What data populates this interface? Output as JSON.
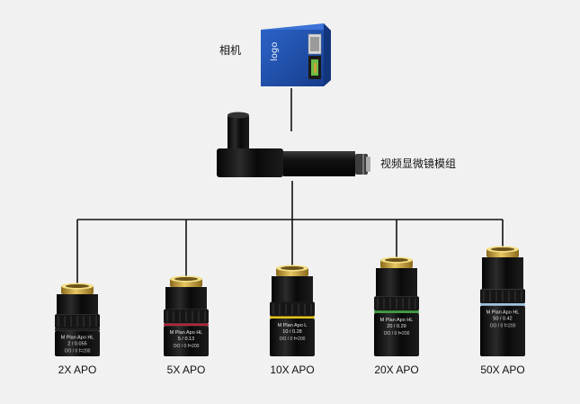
{
  "labels": {
    "camera": "相机",
    "module": "视频显微镜模组"
  },
  "objectives": [
    {
      "label": "2X APO",
      "spec1": "M Plan Apo HL",
      "spec2": "2 / 0.055",
      "spec3": "OO / 0   f=200",
      "ring": "#1a1a1a"
    },
    {
      "label": "5X APO",
      "spec1": "M Plan Apo HL",
      "spec2": "5 / 0.13",
      "spec3": "OO / 0   f=200",
      "ring": "#b3263a"
    },
    {
      "label": "10X APO",
      "spec1": "M Plan Apo L",
      "spec2": "10 / 0.28",
      "spec3": "OO / 0   f=200",
      "ring": "#e3c31a"
    },
    {
      "label": "20X APO",
      "spec1": "M Plan Apo HL",
      "spec2": "20 / 0.29",
      "spec3": "OO / 0   f=200",
      "ring": "#3aa23a"
    },
    {
      "label": "50X APO",
      "spec1": "M Plan Apo HL",
      "spec2": "50 / 0.42",
      "spec3": "OO / 0   f=200",
      "ring": "#9fc7e6"
    }
  ],
  "colors": {
    "background": "#f1f1f1",
    "line": "#111111",
    "camera_body": "#1f4fb0",
    "lens_body": "#0d0d0d",
    "lens_gold": "#c8a23a"
  }
}
